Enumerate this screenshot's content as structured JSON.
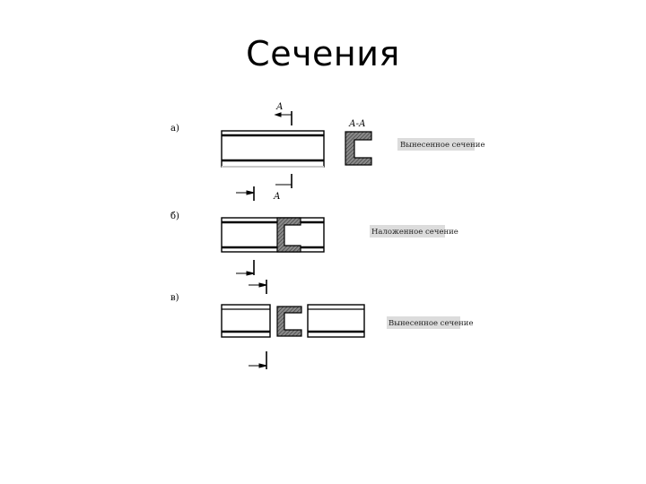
{
  "slide": {
    "title": "Сечения"
  },
  "figure": {
    "panel_a": {
      "label": "а)",
      "cut_top": "А",
      "cut_bottom": "А",
      "section_label": "А-А",
      "caption": "Вынесенное сечение"
    },
    "panel_b": {
      "label": "б)",
      "caption": "Наложенное сечение"
    },
    "panel_c": {
      "label": "в)",
      "caption": "Вынесенное сечение"
    }
  },
  "colors": {
    "line": "#000000",
    "hatch": "#555555",
    "shadow": "#c8c8c8"
  }
}
